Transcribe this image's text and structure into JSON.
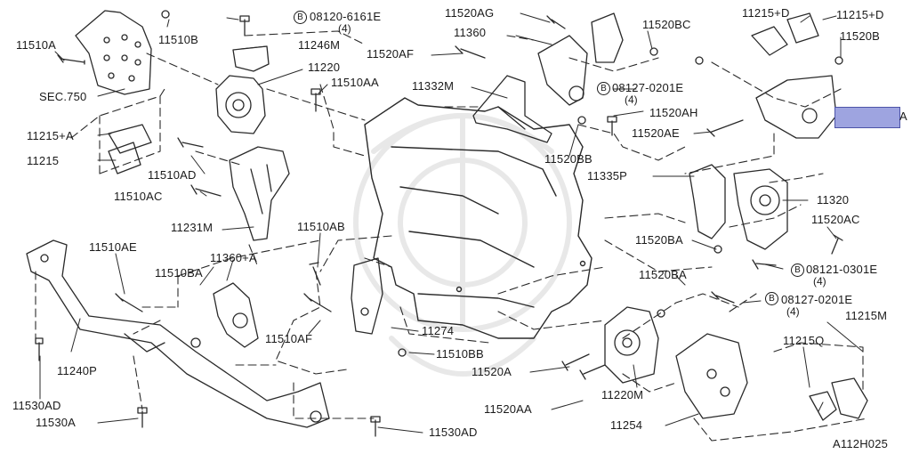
{
  "diagram_code": "A112H025",
  "bolt_marker": "B",
  "highlight_color": "#9ea4e0",
  "labels": {
    "l11510A": "11510A",
    "l11510B": "11510B",
    "l08120": "08120-6161E",
    "l08120q": "(4)",
    "l11246M": "11246M",
    "l11220": "11220",
    "l11510AA": "11510AA",
    "lSEC750": "SEC.750",
    "l11215A": "11215+A",
    "l11215": "11215",
    "l11510AD": "11510AD",
    "l11510AC": "11510AC",
    "l11231M": "11231M",
    "l11520AG": "11520AG",
    "l11360": "11360",
    "l11520AF": "11520AF",
    "l11332M": "11332M",
    "l11520BC": "11520BC",
    "l08127a": "08127-0201E",
    "l08127aq": "(4)",
    "l11520AH": "11520AH",
    "l11520BB": "11520BB",
    "l11215D1": "11215+D",
    "l11215D2": "11215+D",
    "l11520B": "11520B",
    "l11520AE": "11520AE",
    "l11335P": "11335P",
    "l11320": "11320",
    "l11520AC": "11520AC",
    "l11520BA1": "11520BA",
    "l08121": "08121-0301E",
    "l08121q": "(4)",
    "l11520BA2": "11520BA",
    "l08127b": "08127-0201E",
    "l08127bq": "(4)",
    "l11215M": "11215M",
    "l11215Q": "11215Q",
    "l11510AE": "11510AE",
    "l11360A": "11360+A",
    "l11510BA": "11510BA",
    "l11510AB": "11510AB",
    "l11510AF": "11510AF",
    "l11274": "11274",
    "l11510BB": "11510BB",
    "l11520A": "11520A",
    "l11220M": "11220M",
    "l11520AA": "11520AA",
    "l11254": "11254",
    "l11240P": "11240P",
    "l11530AD1": "11530AD",
    "l11530A": "11530A",
    "l11530AD2": "11530AD",
    "lA": "A"
  }
}
